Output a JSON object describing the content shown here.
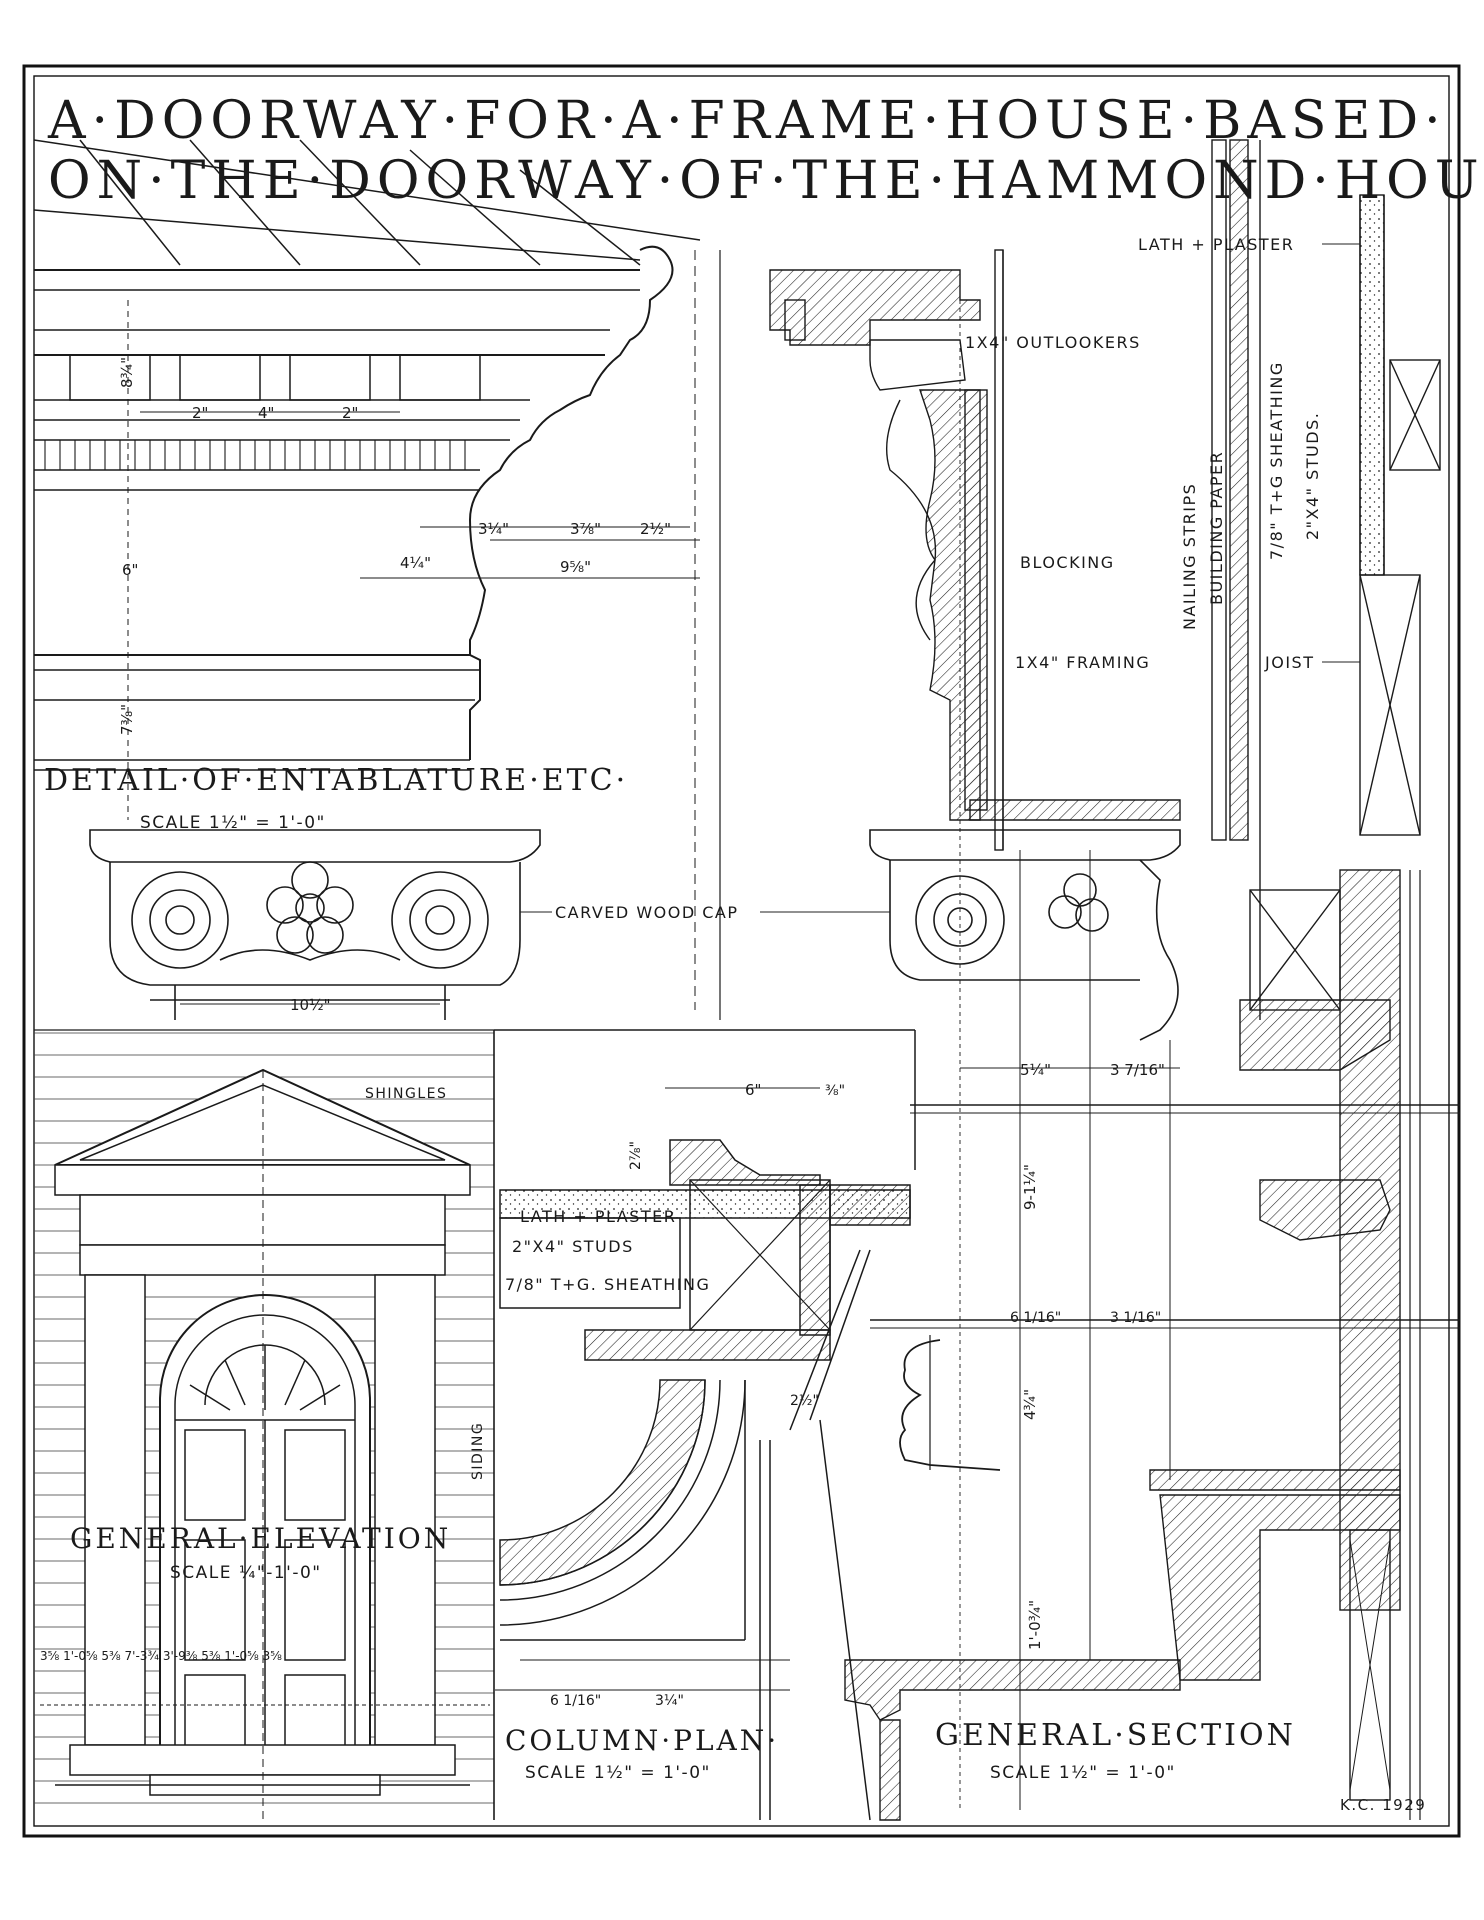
{
  "title": {
    "line1": "A·DOORWAY·FOR·A·FRAME·HOUSE·BASED·",
    "line2": "ON·THE·DOORWAY·OF·THE·HAMMOND·HOUSE·"
  },
  "details": {
    "entablature": {
      "heading": "DETAIL·OF·ENTABLATURE·ETC·",
      "scale": "SCALE 1½\" = 1'-0\""
    },
    "elevation": {
      "heading": "GENERAL·ELEVATION",
      "scale": "SCALE ¼\"-1'-0\""
    },
    "column_plan": {
      "heading": "COLUMN·PLAN·",
      "scale": "SCALE 1½\" = 1'-0\""
    },
    "section": {
      "heading": "GENERAL·SECTION",
      "scale": "SCALE 1½\" = 1'-0\""
    }
  },
  "notes": {
    "lath_plaster_top": "LATH + PLASTER",
    "outlookers": "1X4\" OUTLOOKERS",
    "blocking": "BLOCKING",
    "framing": "1X4\" FRAMING",
    "nailing_strips": "NAILING STRIPS",
    "building_paper": "BUILDING PAPER",
    "sheathing_vertical": "7/8\" T+G SHEATHING",
    "studs_vertical": "2\"X4\" STUDS.",
    "joist": "JOIST",
    "carved_cap": "CARVED WOOD CAP",
    "shingles": "SHINGLES",
    "siding": "SIDING",
    "lath_plaster_plan": "LATH + PLASTER",
    "studs_plan": "2\"X4\" STUDS",
    "sheathing_plan": "7/8\" T+G. SHEATHING"
  },
  "dimensions": {
    "d_8_6": "8¾\"",
    "d_2a": "2\"",
    "d_4": "4\"",
    "d_2b": "2\"",
    "d_3_1_4": "3¼\"",
    "d_3_7_8": "3⅞\"",
    "d_2_1_2": "2½\"",
    "d_4_1_4": "4¼\"",
    "d_9_5_8": "9⅝\"",
    "d_6": "6\"",
    "d_7_3_8": "7⅜\"",
    "d_10_1_2": "10½\"",
    "d_6_plan": "6\"",
    "d_3_8": "⅜\"",
    "d_2_7_8": "2⅞\"",
    "d_5_1_4": "5¼\"",
    "d_3_7_16": "3 7/16\"",
    "d_9_1_4": "9-1¼\"",
    "d_6_1_16": "6 1/16\"",
    "d_3_1_16": "3 1/16\"",
    "d_4_3_4": "4¾\"",
    "d_2_1_2b": "2½\"",
    "d_1_0_3_4": "1'-0¾\"",
    "d_6_1_16b": "6 1/16\"",
    "d_3_1_4b": "3¼\"",
    "d_elev_row": "3⅝ 1'-0⅝ 5⅜ 7'-3¾ 3'-9⅜ 5⅜ 1'-0⅝ 3⅝"
  },
  "signature": "K.C. 1929"
}
